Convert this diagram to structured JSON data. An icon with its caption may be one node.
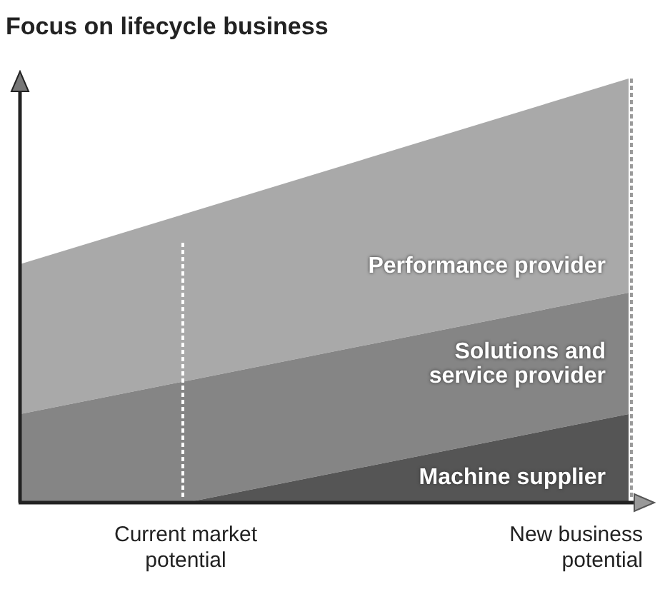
{
  "diagram": {
    "title": "Focus on lifecycle business",
    "labels": [
      "Performance provider",
      "Solutions and service provider",
      "Machine supplier",
      "Current market potential",
      "New business potential"
    ]
  }
}
